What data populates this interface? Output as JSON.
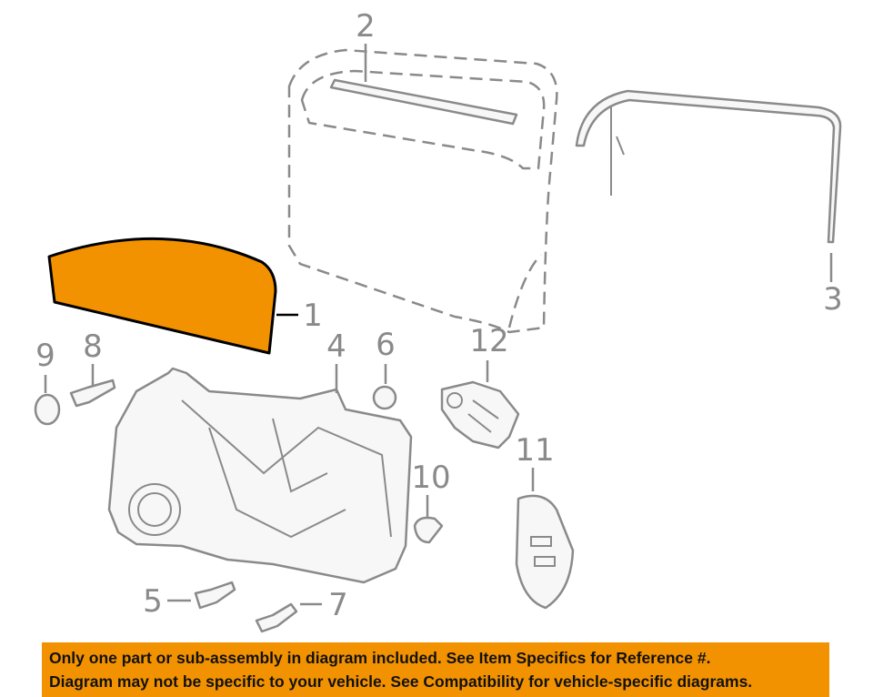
{
  "callouts": {
    "c1": "1",
    "c2": "2",
    "c3": "3",
    "c4": "4",
    "c5": "5",
    "c6": "6",
    "c7": "7",
    "c8": "8",
    "c9": "9",
    "c10": "10",
    "c11": "11",
    "c12": "12"
  },
  "colors": {
    "highlight": "#f39200",
    "line": "#8a8a8a",
    "banner": "#f39200"
  },
  "disclaimer": {
    "line1": "Only one part or sub-assembly in diagram included. See Item Specifics for Reference #.",
    "line2": "Diagram may not be specific to your vehicle. See Compatibility for vehicle-specific diagrams."
  }
}
